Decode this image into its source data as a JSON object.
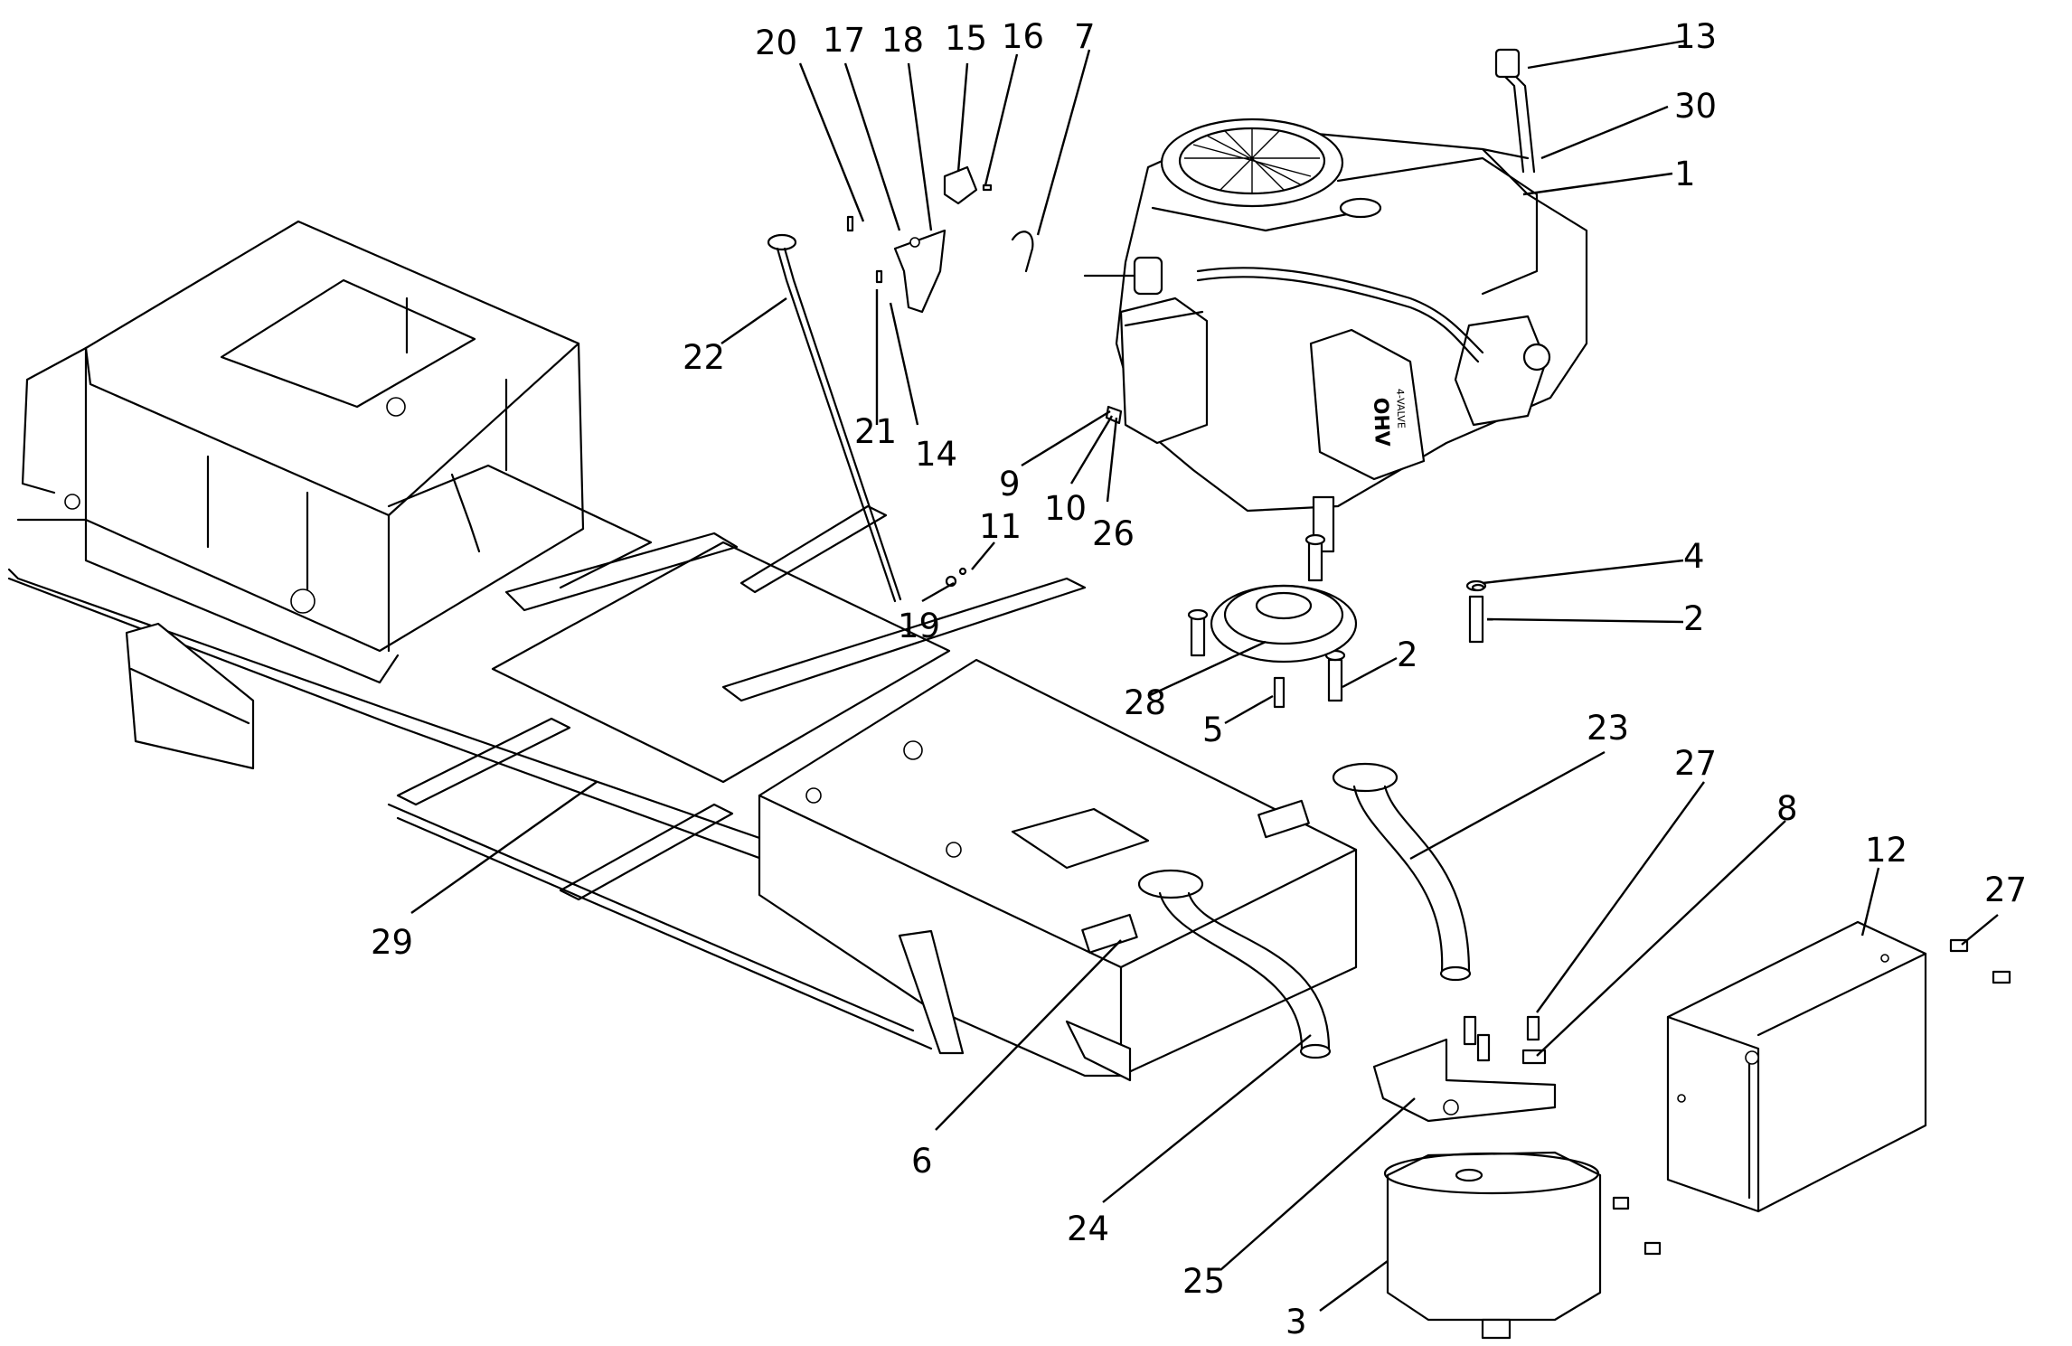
{
  "diagram": {
    "type": "exploded-parts-view",
    "engine_label": "OHV",
    "engine_sublabel": "4-VALVE",
    "callouts": [
      "1",
      "2",
      "2",
      "3",
      "4",
      "5",
      "6",
      "7",
      "8",
      "9",
      "10",
      "11",
      "12",
      "13",
      "14",
      "15",
      "16",
      "17",
      "18",
      "19",
      "20",
      "21",
      "22",
      "23",
      "24",
      "25",
      "26",
      "27",
      "27",
      "28",
      "29",
      "30"
    ]
  }
}
